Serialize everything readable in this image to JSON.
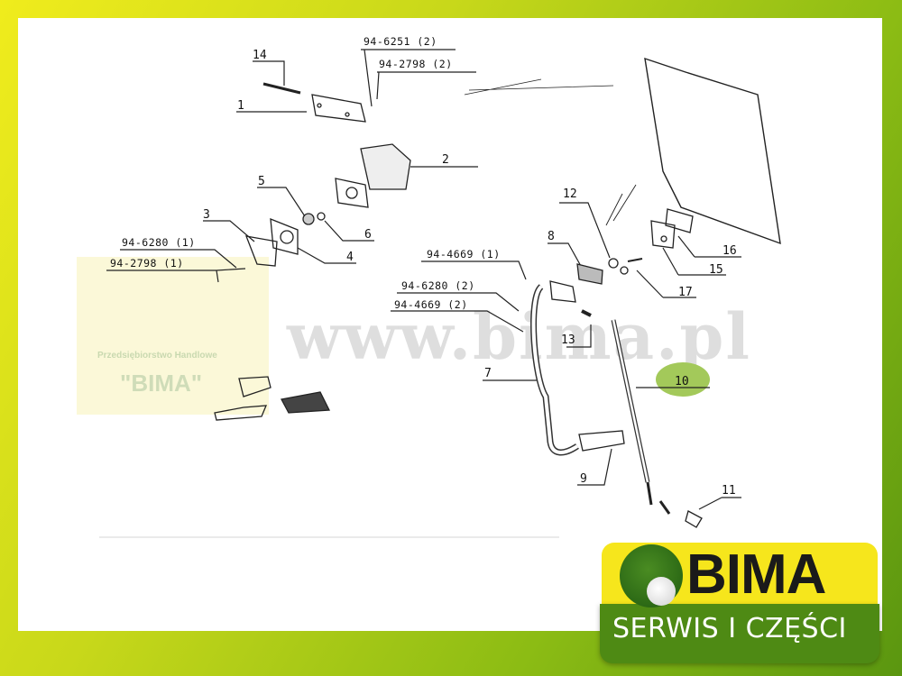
{
  "diagram": {
    "parts": [
      "1",
      "2",
      "3",
      "4",
      "5",
      "6",
      "7",
      "8",
      "9",
      "10",
      "11",
      "12",
      "13",
      "14",
      "15",
      "16",
      "17"
    ],
    "references": {
      "r1": "94-6251 (2)",
      "r2": "94-2798 (2)",
      "r3": "94-6280 (1)",
      "r4": "94-2798 (1)",
      "r5": "94-4669 (1)",
      "r6": "94-6280 (2)",
      "r7": "94-4669 (2)"
    },
    "highlighted_part": "10",
    "highlight_color": "#a3c95a"
  },
  "watermark": "www.bima.pl",
  "stamp": {
    "line1": "Przedsiębiorstwo Handlowe",
    "line2": "\"BIMA\""
  },
  "logo": {
    "name": "BIMA",
    "tagline": "SERWIS I CZĘŚCI",
    "yellow": "#f6e61c",
    "green": "#4e8a14"
  }
}
